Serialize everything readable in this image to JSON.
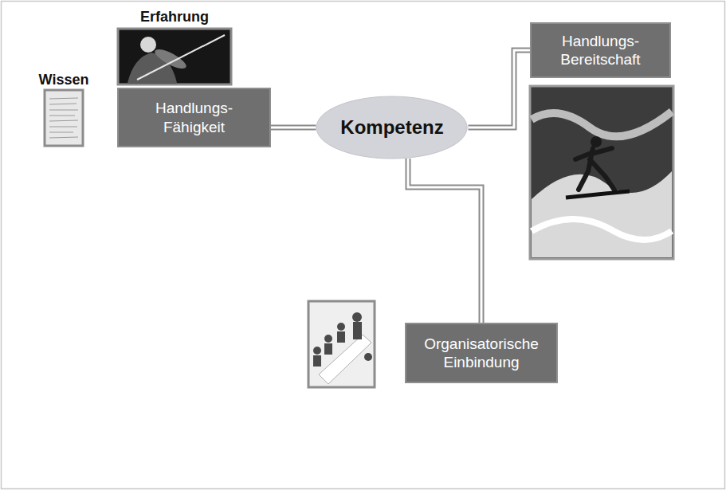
{
  "diagram": {
    "nodes": [
      {
        "text": [
          "Handlungs- Fähigkeit"
        ]
      },
      {
        "text": [
          "Kompetenz"
        ]
      },
      {
        "text": [
          "Handlungs- Bereitschaft"
        ]
      },
      {
        "text": [
          "Organisatorische Einbindung"
        ]
      }
    ],
    "edges": [
      {
        "from": 1,
        "to": 0,
        "arrow": "none"
      },
      {
        "from": 1,
        "to": 2,
        "arrow": "none"
      },
      {
        "from": 1,
        "to": 3,
        "arrow": "none"
      }
    ],
    "labels": [
      "Erfahrung",
      "Wissen"
    ]
  }
}
